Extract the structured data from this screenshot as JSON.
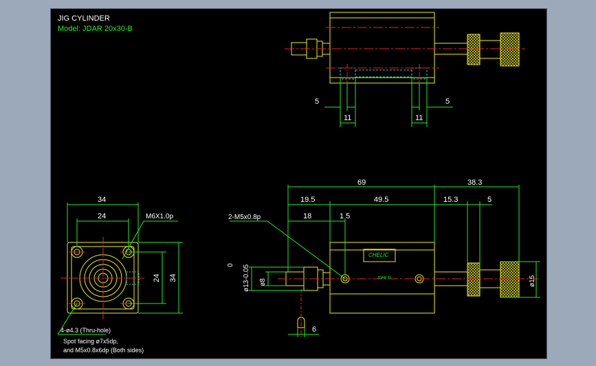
{
  "title": {
    "line1": "JIG CYLINDER",
    "line2": "Model: JDAR 20x30-B"
  },
  "top_view": {
    "dim_left_offset": "5",
    "dim_right_offset": "5",
    "dim_left_width": "11",
    "dim_right_width": "11"
  },
  "end_view": {
    "dim_overall_width": "34",
    "dim_pitch_width": "24",
    "dim_pitch_height": "24",
    "dim_overall_height": "34",
    "thread_label": "M6X1.0p",
    "hole_label": "4-ø4.3 (Thru-hole)",
    "note_line1": "Spot facing ø7x5dp,",
    "note_line2": "and M5x0.8x6dp (Both sides)"
  },
  "side_view": {
    "dim_total": "69",
    "dim_ext": "38.3",
    "dim_a": "19.5",
    "dim_b": "49.5",
    "dim_c": "15.3",
    "dim_d": "5",
    "port_label": "2-M5x0.8p",
    "dim_18": "18",
    "dim_15": "1 5",
    "dim_rod_dia": "ø13-0.05",
    "dim_rod_tol": "0",
    "dim_rod_small": "ø8",
    "dim_knob": "ø15",
    "dim_6": "6",
    "label_brand": "CHELIC",
    "label_model": "JDAR 20"
  },
  "colors": {
    "line": "#eeee22",
    "dim": "#22ee22",
    "center": "#ee2222",
    "hidden": "#22cccc",
    "text": "#ffffff"
  }
}
